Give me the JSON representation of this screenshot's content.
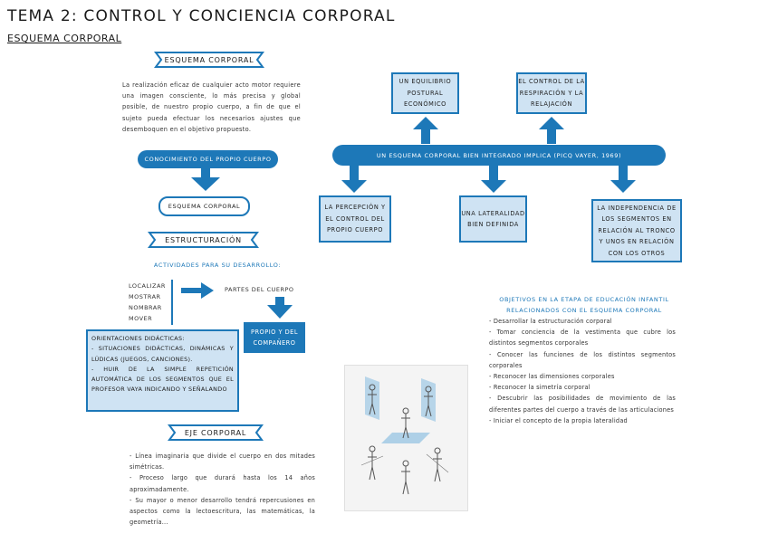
{
  "header": {
    "title": "TEMA 2: CONTROL Y CONCIENCIA CORPORAL",
    "subtitle": "ESQUEMA CORPORAL"
  },
  "left": {
    "esquema_banner": "ESQUEMA CORPORAL",
    "intro": "La realización eficaz de cualquier acto motor requiere una imagen consciente, lo más precisa y global posible, de nuestro propio cuerpo, a fin de que el sujeto pueda efectuar los necesarios ajustes que desemboquen en el objetivo propuesto.",
    "conocimiento": "CONOCIMIENTO DEL PROPIO CUERPO",
    "esquema_pill": "ESQUEMA CORPORAL",
    "estructuracion_banner": "ESTRUCTURACIÓN",
    "actividades": "ACTIVIDADES PARA SU DESARROLLO:",
    "verbs": [
      "LOCALIZAR",
      "MOSTRAR",
      "NOMBRAR",
      "MOVER"
    ],
    "partes": "PARTES DEL CUERPO",
    "propio": "PROPIO Y DEL COMPAÑERO",
    "orientaciones": "ORIENTACIONES DIDÁCTICAS:",
    "orientaciones_1": "- SITUACIONES DIDÁCTICAS, DINÁMICAS Y LÚDICAS (JUEGOS, CANCIONES).",
    "orientaciones_2": "- HUIR DE LA SIMPLE REPETICIÓN AUTOMÁTICA DE LOS SEGMENTOS QUE EL PROFESOR VAYA INDICANDO Y SEÑALANDO",
    "eje_banner": "EJE CORPORAL",
    "eje_items": [
      "Línea imaginaria que divide el cuerpo en dos mitades simétricas.",
      "Proceso largo que durará hasta los 14 años aproximadamente.",
      "Su mayor o menor desarrollo tendrá repercusiones en aspectos como la lectoescritura, las matemáticas, la geometría..."
    ]
  },
  "right": {
    "top_left_box": "UN EQUILIBRIO POSTURAL ECONÓMICO",
    "top_right_box": "EL CONTROL DE LA RESPIRACIÓN Y LA RELAJACIÓN",
    "main_bar": "UN ESQUEMA CORPORAL BIEN INTEGRADO IMPLICA (PICQ VAYER, 1969)",
    "bottom_boxes": [
      "LA PERCEPCIÓN Y EL CONTROL DEL PROPIO CUERPO",
      "UNA LATERALIDAD BIEN DEFINIDA",
      "LA INDEPENDENCIA DE LOS SEGMENTOS EN RELACIÓN AL TRONCO Y UNOS EN RELACIÓN CON LOS OTROS"
    ],
    "objetivos_title": "OBJETIVOS EN LA ETAPA DE EDUCACIÓN INFANTIL RELACIONADOS CON EL ESQUEMA CORPORAL",
    "objetivos": [
      "Desarrollar la estructuración corporal",
      "Tomar conciencia de la vestimenta que cubre los distintos segmentos corporales",
      "Conocer las funciones de los distintos segmentos corporales",
      "Reconocer las dimensiones corporales",
      "Reconocer la simetría corporal",
      "Descubrir las posibilidades de movimiento de las diferentes partes del cuerpo a través de las articulaciones",
      "Iniciar el concepto de la propia lateralidad"
    ]
  },
  "colors": {
    "accent": "#1d78b8",
    "light": "#cfe3f3"
  }
}
